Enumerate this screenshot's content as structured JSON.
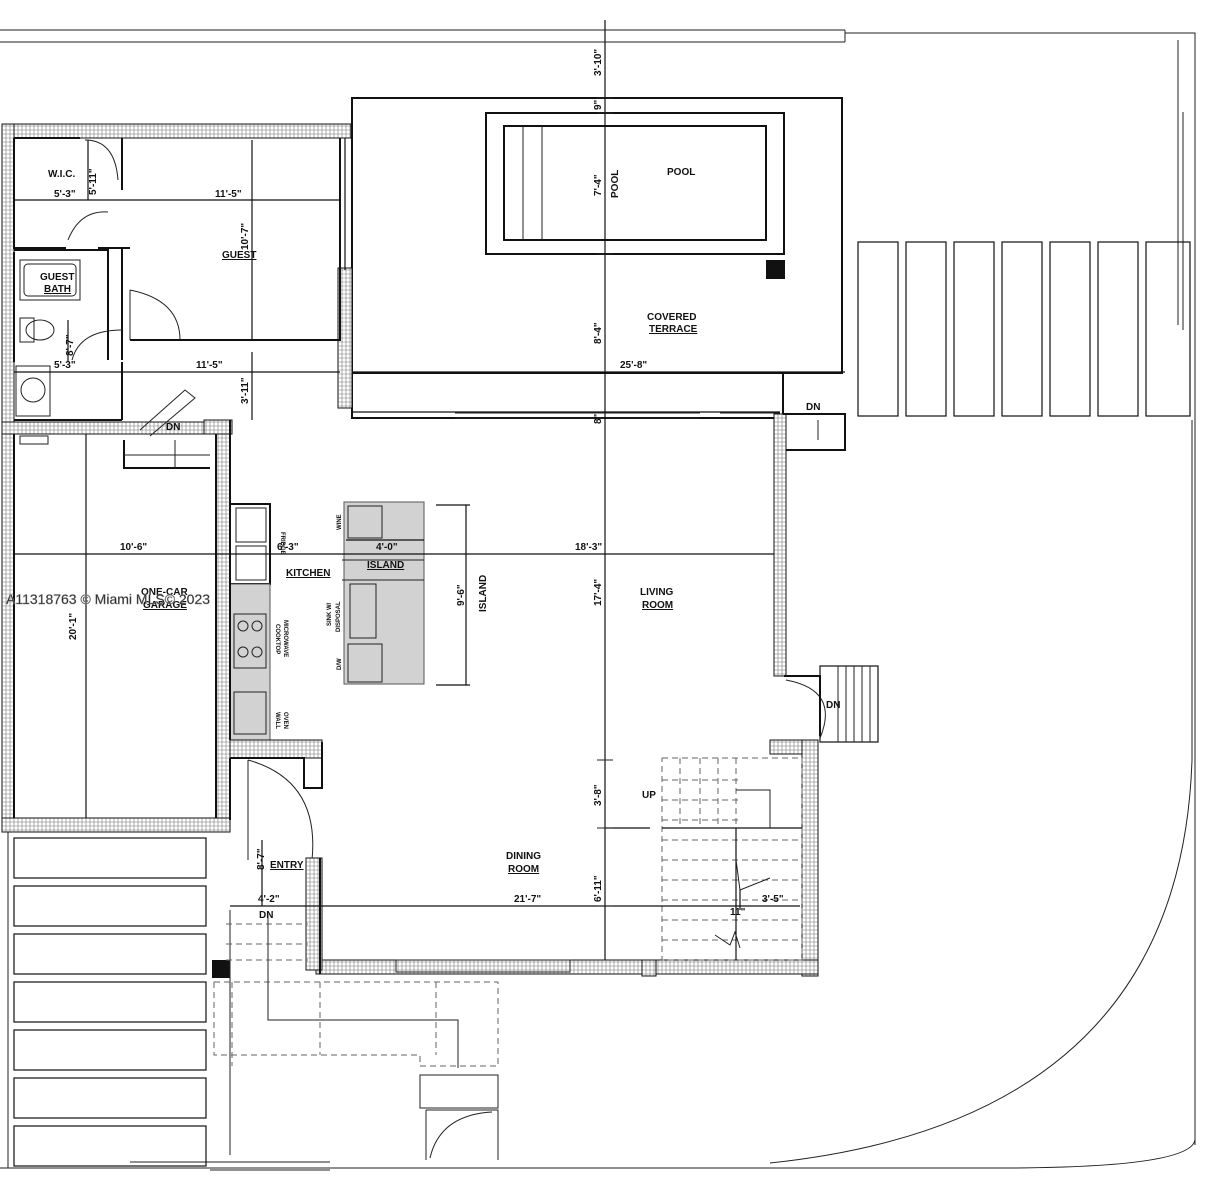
{
  "watermark": "A11318763 © Miami MLS© 2023",
  "rooms": {
    "wic": "W.I.C.",
    "guest": "GUEST",
    "guest_bath_1": "GUEST",
    "guest_bath_2": "BATH",
    "pool_label": "POOL",
    "pool_vertical": "POOL",
    "covered_1": "COVERED",
    "covered_2": "TERRACE",
    "kitchen": "KITCHEN",
    "island": "ISLAND",
    "island_vertical": "ISLAND",
    "garage_1": "ONE-CAR",
    "garage_2": "GARAGE",
    "living_1": "LIVING",
    "living_2": "ROOM",
    "dining_1": "DINING",
    "dining_2": "ROOM",
    "entry": "ENTRY"
  },
  "appliances": {
    "fridge": "FRIDGE",
    "wine": "WINE",
    "sink": "SINK W/",
    "disposal": "DISPOSAL",
    "dw": "D/W",
    "cooktop": "COOKTOP",
    "microwave": "MICROWAVE",
    "wall": "WALL",
    "oven": "OVEN"
  },
  "stairs": {
    "dn_garage": "DN",
    "dn_terrace": "DN",
    "dn_living": "DN",
    "dn_entry": "DN",
    "up": "UP"
  },
  "dimensions": {
    "d_3_10": "3'-10\"",
    "d_9": "9\"",
    "d_7_4": "7'-4\"",
    "d_8_4": "8'-4\"",
    "d_8": "8\"",
    "d_25_8": "25'-8\"",
    "d_5_3_top": "5'-3\"",
    "d_5_11": "5'-11\"",
    "d_11_5_top": "11'-5\"",
    "d_10_7": "10'-7\"",
    "d_8_7_bath": "8'-7\"",
    "d_5_3_bot": "5'-3\"",
    "d_11_5_bot": "11'-5\"",
    "d_3_11": "3'-11\"",
    "d_10_6": "10'-6\"",
    "d_6_3": "6'-3\"",
    "d_4_0": "4'-0\"",
    "d_18_3": "18'-3\"",
    "d_20_1": "20'-1\"",
    "d_9_6": "9'-6\"",
    "d_17_4": "17'-4\"",
    "d_3_8": "3'-8\"",
    "d_8_7_entry": "8'-7\"",
    "d_4_2": "4'-2\"",
    "d_21_7": "21'-7\"",
    "d_6_11": "6'-11\"",
    "d_3_5": "3'-5\"",
    "d_11": "11\""
  }
}
